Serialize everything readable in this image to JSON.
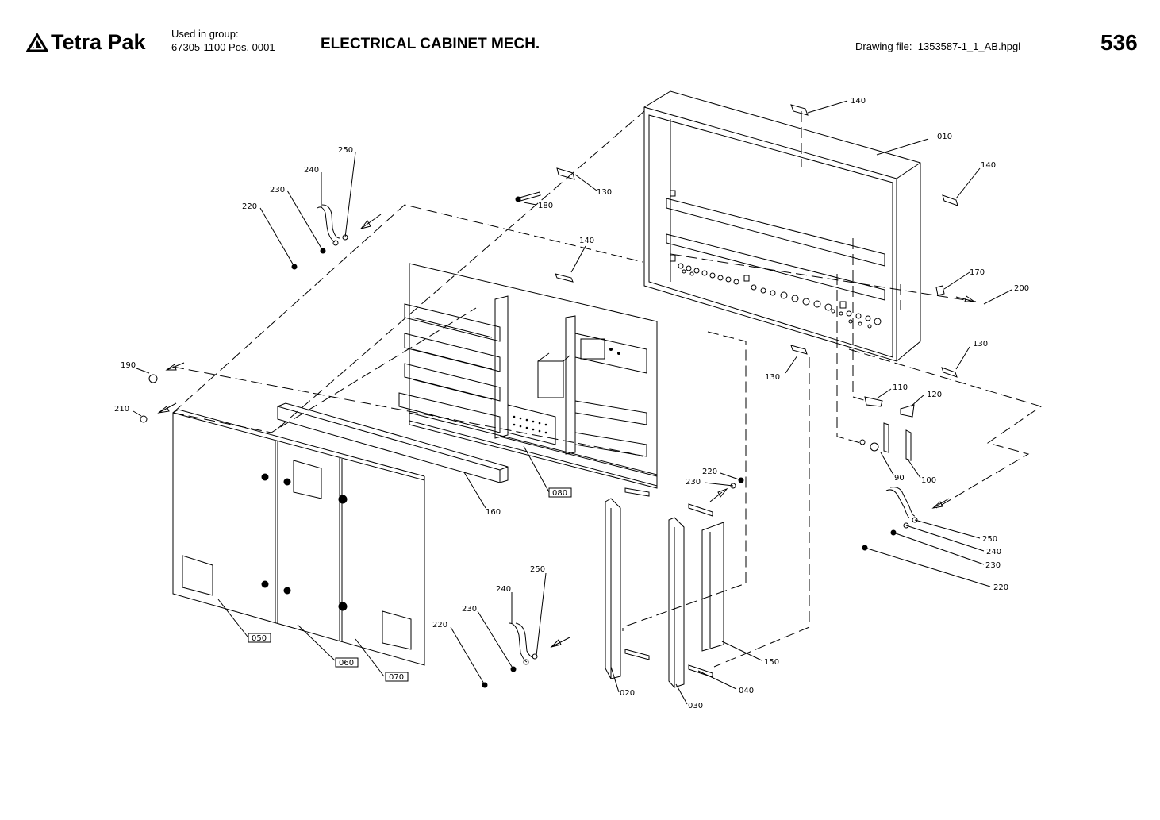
{
  "header": {
    "logo_text": "Tetra Pak",
    "used_in_label": "Used in group:",
    "used_in_value": "67305-1100 Pos. 0001",
    "title": "ELECTRICAL CABINET MECH.",
    "drawing_file_label": "Drawing file:",
    "drawing_file_value": "1353587-1_1_AB.hpgl",
    "page_number": "536"
  },
  "icons": {
    "logo": "tetra-pak-triangle-logo"
  },
  "callouts": {
    "p010": "010",
    "p020": "020",
    "p030": "030",
    "p040": "040",
    "p050": "050",
    "p060": "060",
    "p070": "070",
    "p080": "080",
    "p090": "90",
    "p100": "100",
    "p110": "110",
    "p120": "120",
    "p130a": "130",
    "p130b": "130",
    "p130c": "130",
    "p140a": "140",
    "p140b": "140",
    "p140c": "140",
    "p150": "150",
    "p160": "160",
    "p170": "170",
    "p180": "180",
    "p190": "190",
    "p200": "200",
    "p210": "210",
    "p220a": "220",
    "p220b": "220",
    "p220c": "220",
    "p220d": "220",
    "p230a": "230",
    "p230b": "230",
    "p230c": "230",
    "p230d": "230",
    "p240a": "240",
    "p240b": "240",
    "p240c": "240",
    "p250a": "250",
    "p250b": "250",
    "p250c": "250"
  }
}
